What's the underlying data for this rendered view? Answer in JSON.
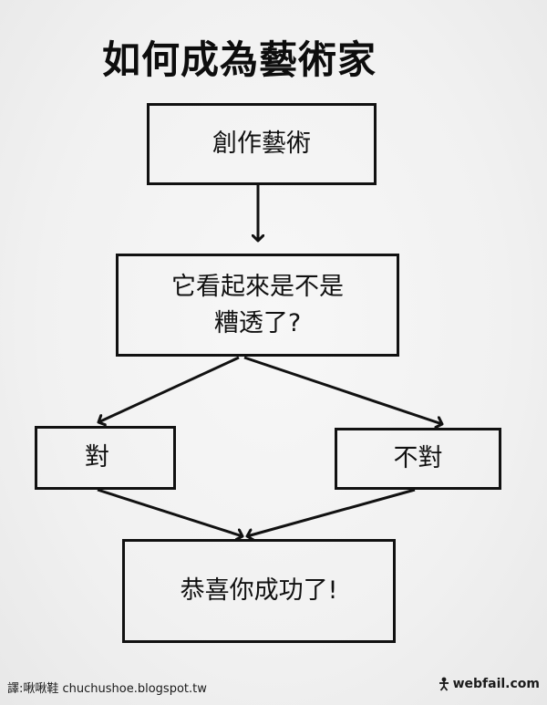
{
  "title": "如何成為藝術家",
  "nodes": {
    "create": "創作藝術",
    "question_line1": "它看起來是不是",
    "question_line2": "糟透了?",
    "yes": "對",
    "no": "不對",
    "congrats": "恭喜你成功了!"
  },
  "footer": {
    "credit": "譯:啾啾鞋 chuchushoe.blogspot.tw",
    "watermark": "webfail.com"
  },
  "colors": {
    "background": "#f3f3f3",
    "ink": "#111111"
  }
}
